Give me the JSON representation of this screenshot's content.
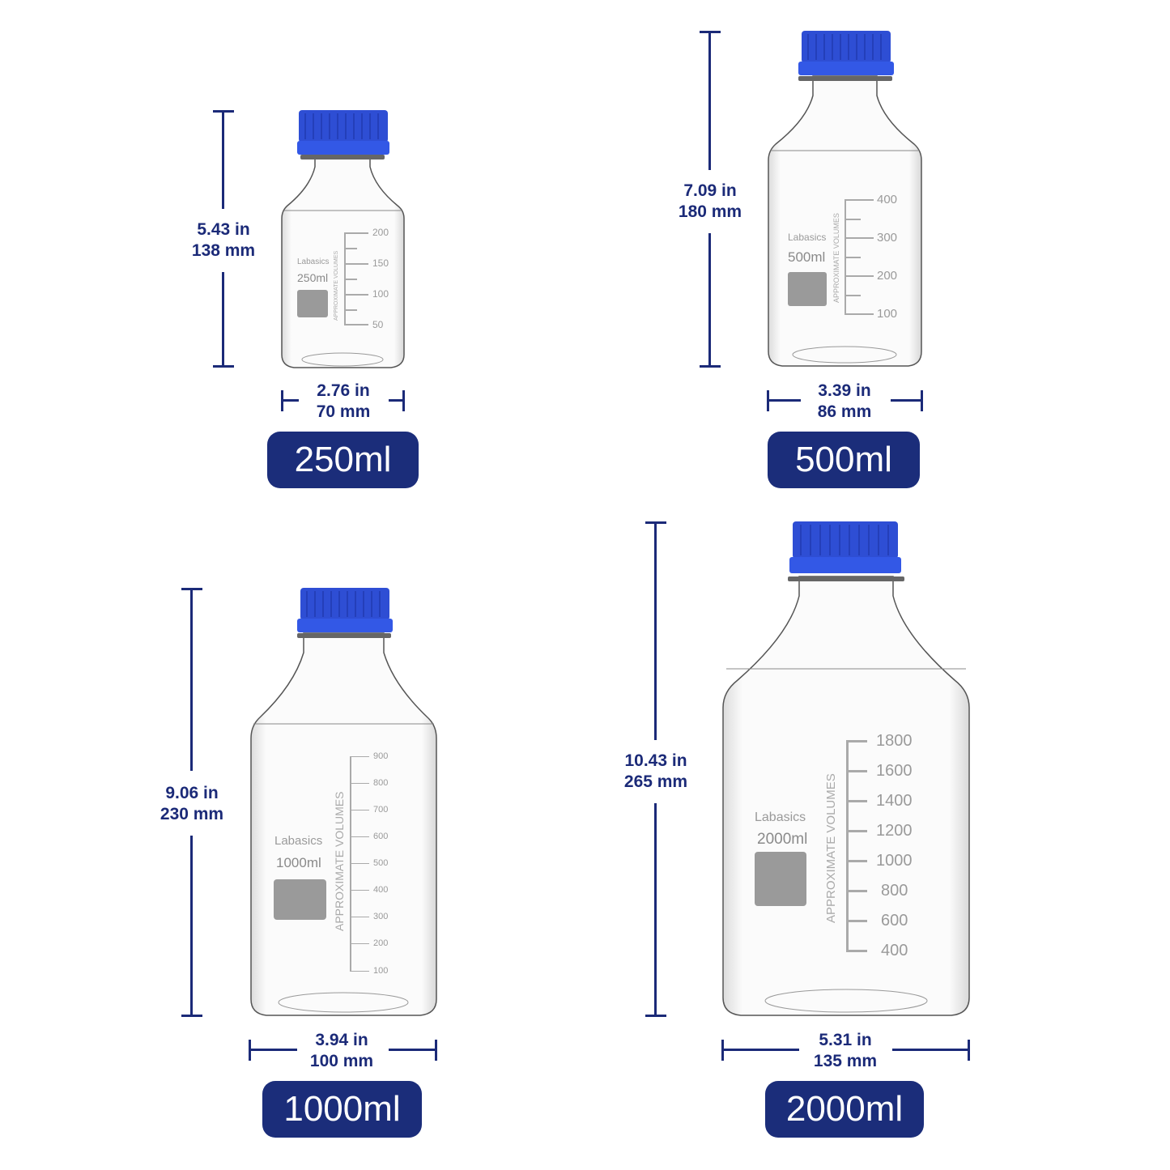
{
  "brand_color": "#1b2d7a",
  "cap_color": "#2f4fd6",
  "products": [
    {
      "capacity_label": "250ml",
      "height_in": "5.43 in",
      "height_mm": "138 mm",
      "width_in": "2.76 in",
      "width_mm": "70 mm",
      "bottle_brand": "Labasics",
      "bottle_volume": "250ml",
      "scale_caption": "APPROXIMATE VOLUMES",
      "scale_marks": [
        "200",
        "150",
        "100",
        "50"
      ]
    },
    {
      "capacity_label": "500ml",
      "height_in": "7.09 in",
      "height_mm": "180 mm",
      "width_in": "3.39 in",
      "width_mm": "86 mm",
      "bottle_brand": "Labasics",
      "bottle_volume": "500ml",
      "scale_caption": "APPROXIMATE VOLUMES",
      "scale_marks": [
        "400",
        "300",
        "200",
        "100"
      ]
    },
    {
      "capacity_label": "1000ml",
      "height_in": "9.06 in",
      "height_mm": "230 mm",
      "width_in": "3.94 in",
      "width_mm": "100 mm",
      "bottle_brand": "Labasics",
      "bottle_volume": "1000ml",
      "scale_caption": "APPROXIMATE VOLUMES",
      "scale_marks": [
        "900",
        "800",
        "700",
        "600",
        "500",
        "400",
        "300",
        "200",
        "100"
      ]
    },
    {
      "capacity_label": "2000ml",
      "height_in": "10.43 in",
      "height_mm": "265 mm",
      "width_in": "5.31 in",
      "width_mm": "135 mm",
      "bottle_brand": "Labasics",
      "bottle_volume": "2000ml",
      "scale_caption": "APPROXIMATE VOLUMES",
      "scale_marks": [
        "1800",
        "1600",
        "1400",
        "1200",
        "1000",
        "800",
        "600",
        "400"
      ]
    }
  ]
}
